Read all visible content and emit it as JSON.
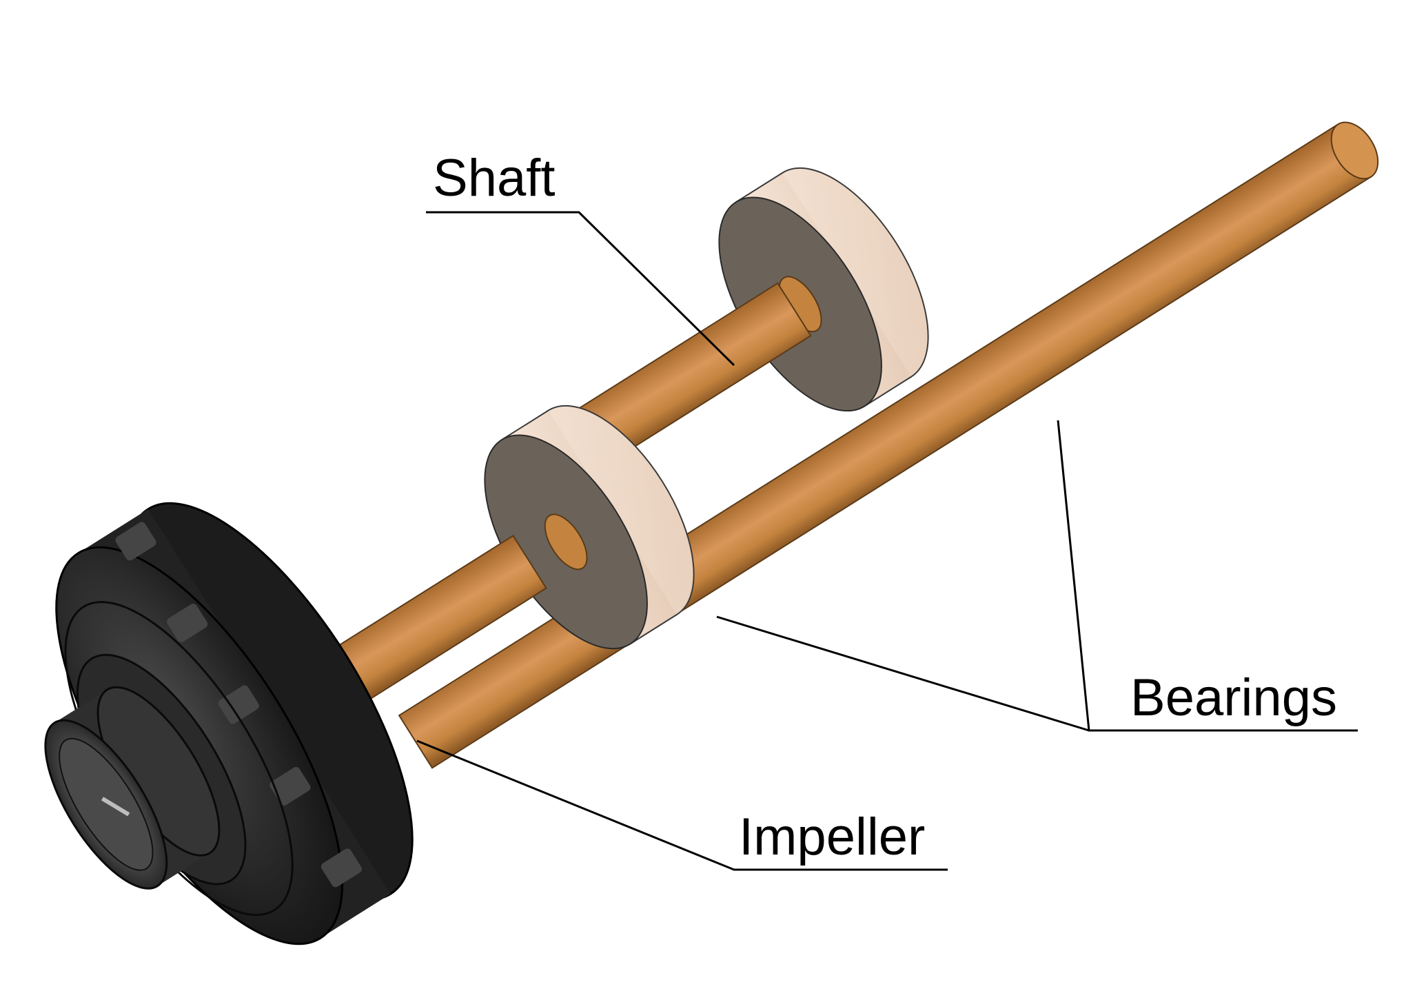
{
  "labels": {
    "shaft": "Shaft",
    "bearings": "Bearings",
    "impeller": "Impeller"
  },
  "colors": {
    "shaft": "#c98a45",
    "bearing_face": "#6b635a",
    "bearing_rim": "#f0dccd",
    "impeller": "#1f1f1f",
    "leader_line": "#000000"
  }
}
